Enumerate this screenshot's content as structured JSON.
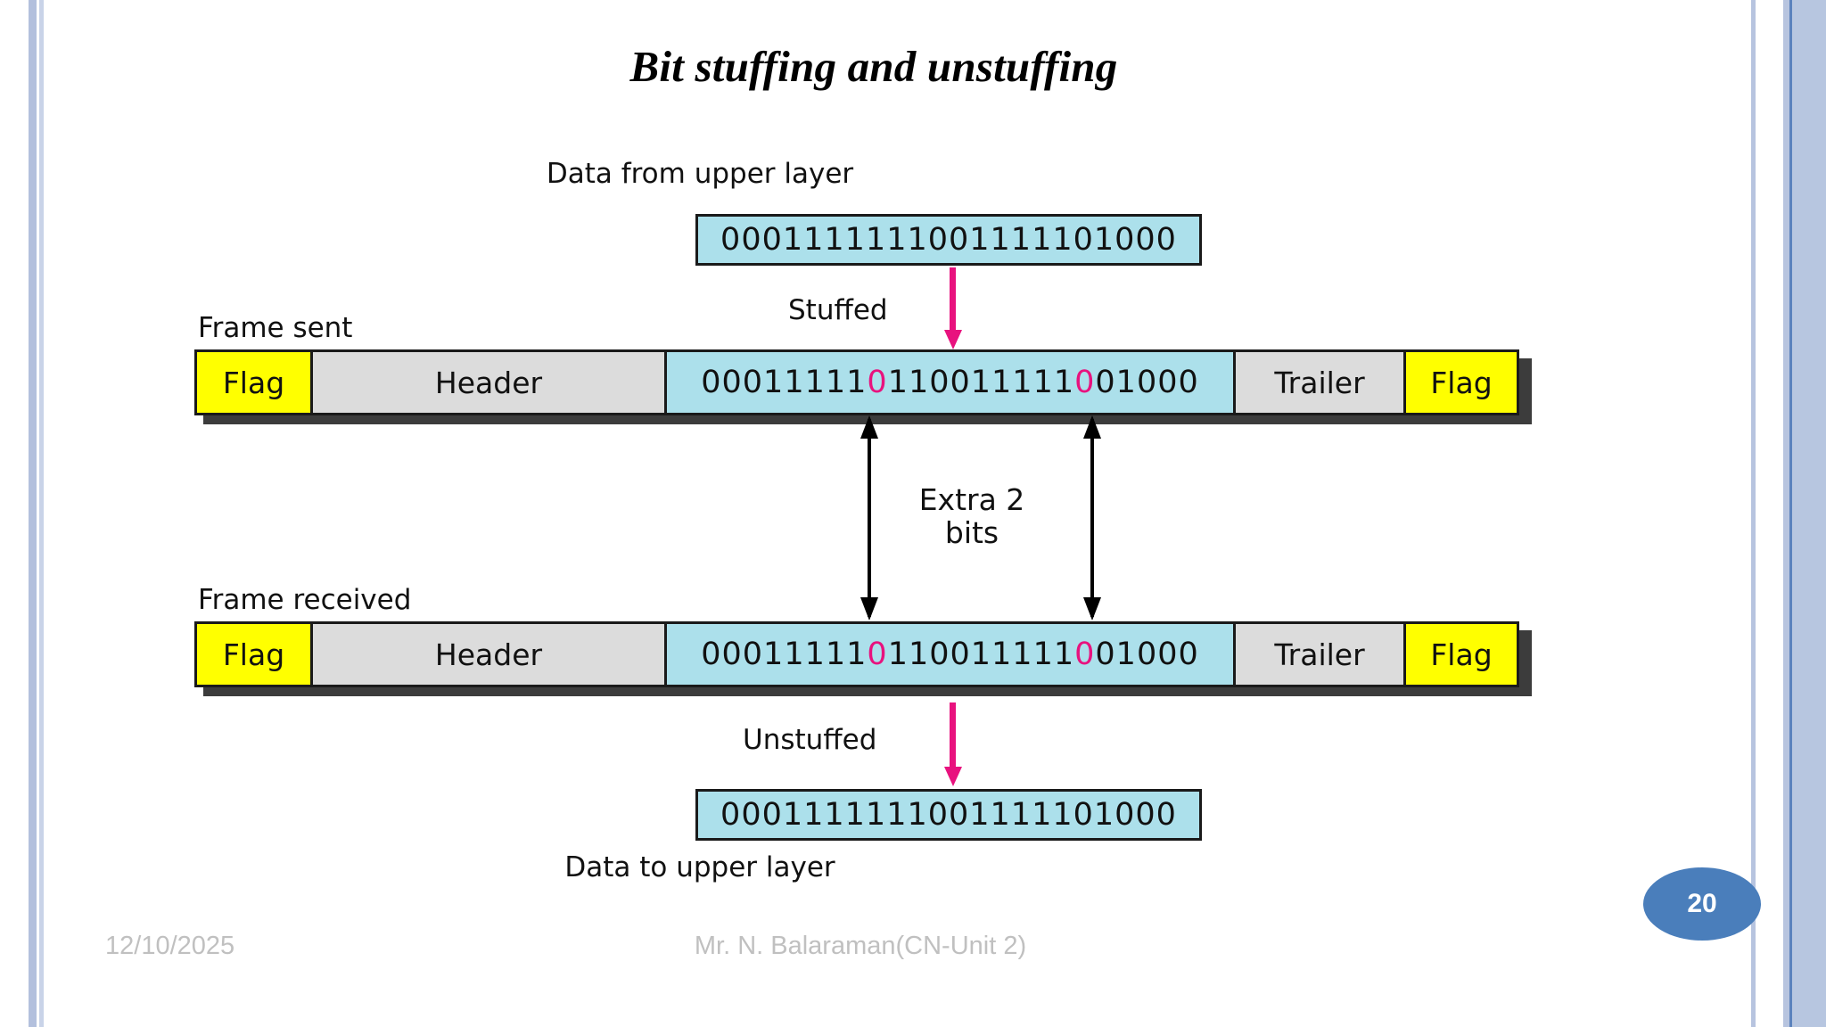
{
  "slide": {
    "title": "Bit stuffing and unstuffing",
    "page_number": "20"
  },
  "footer": {
    "date": "12/10/2025",
    "author": "Mr. N. Balaraman(CN-Unit 2)"
  },
  "diagram": {
    "upper_caption": "Data from upper layer",
    "lower_caption": "Data to upper layer",
    "stuffed_label": "Stuffed",
    "unstuffed_label": "Unstuffed",
    "extra_bits_line1": "Extra 2",
    "extra_bits_line2": "bits",
    "frame_sent_label": "Frame sent",
    "frame_received_label": "Frame received",
    "original_data": "0001111111001111101000",
    "unstuffed_data": "0001111111001111101000",
    "stuffed_segments": {
      "a": "00011111",
      "stuff1": "0",
      "b": "1100111",
      "c": "11",
      "stuff2": "0",
      "d": "01000"
    },
    "cells": {
      "flag": "Flag",
      "header": "Header",
      "trailer": "Trailer"
    }
  },
  "colors": {
    "data_fill": "#ace0eb",
    "flag_fill": "#ffff00",
    "header_fill": "#dcdcdc",
    "stuffed_bit": "#e8127e",
    "badge": "#4a7ebb",
    "border_accent": "#b3c0dd"
  }
}
